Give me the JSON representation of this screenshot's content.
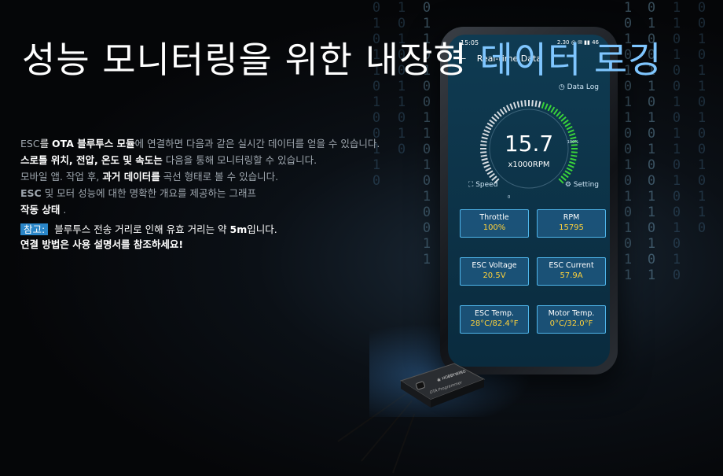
{
  "headline": {
    "part1": "성능 모니터링을 위한 내장형 ",
    "accent": "데이터 로깅"
  },
  "copy": {
    "l1_a": "ESC",
    "l1_b": "를 ",
    "l1_c": "OTA 블루투스 모듈",
    "l1_d": "에 연결하면 다음과 같은 실시간 데이터를 얻을 수 있습니다.",
    "l2_a": "스로틀 위치, 전압, 온도 및 속도는",
    "l2_b": " 다음을 통해 모니터링할 수 있습니다.",
    "l3_a": "모바일 앱. 작업 후, ",
    "l3_b": "과거 데이터를",
    "l3_c": " 곡선 형태로 볼 수 있습니다.",
    "l4_a": "ESC",
    "l4_b": " 및 모터 성능에 대한 명확한 개요를 제공하는 그래프",
    "l5_a": "작동 상태",
    "l5_b": " ."
  },
  "note": {
    "tag": "참고:",
    "t1": "블루투스 전송 거리로 인해 유효 거리는 약 ",
    "t1_bold": "5m",
    "t1_end": "입니다.",
    "t2": "연결 방법은 사용 설명서를 참조하세요!"
  },
  "phone": {
    "status_time": "15:05",
    "status_right": "2.30 ◎ ✉ ▮▮ 46",
    "nav_title": "Real-time Data",
    "datalog": "Data Log",
    "gauge_value": "15.7",
    "gauge_unit": "x1000RPM",
    "gauge_max": "100%",
    "gauge_min": "0",
    "gauge_level": 0.55,
    "speed": "Speed",
    "setting": "Setting",
    "tiles": [
      {
        "label": "Throttle",
        "value": "100%"
      },
      {
        "label": "RPM",
        "value": "15795"
      },
      {
        "label": "ESC Voltage",
        "value": "20.5V"
      },
      {
        "label": "ESC Current",
        "value": "57.9A"
      },
      {
        "label": "ESC Temp.",
        "value": "28°C/82.4°F"
      },
      {
        "label": "Motor Temp.",
        "value": "0°C/32.0°F"
      }
    ]
  },
  "device": {
    "brand": "HOBBYWING",
    "model": "OTA Programmer"
  },
  "colors": {
    "accent": "#7fc6ff",
    "tile_value": "#ffd23a",
    "gauge_fill": "#3ad33a"
  }
}
